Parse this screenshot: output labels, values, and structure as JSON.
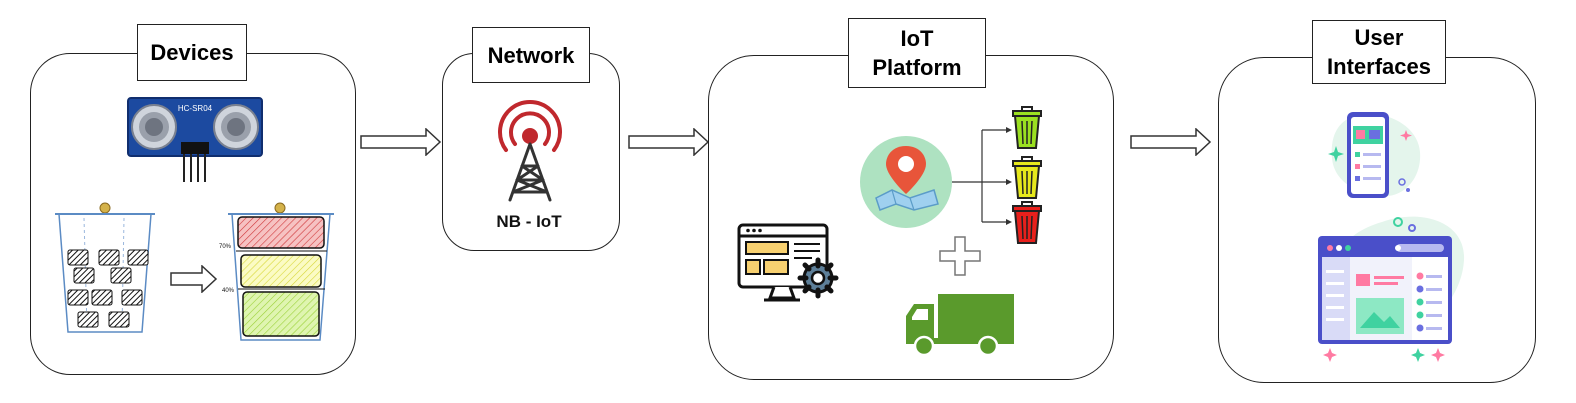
{
  "stages": {
    "devices": {
      "title": "Devices"
    },
    "network": {
      "title": "Network",
      "technology": "NB - IoT"
    },
    "platform": {
      "title": "IoT\nPlatform"
    },
    "ui": {
      "title": "User\nInterfaces"
    }
  },
  "sensor": {
    "label": "HC-SR04"
  },
  "fill_levels": {
    "upper": "70%",
    "lower": "40%"
  },
  "colors": {
    "bin_green": "#9be021",
    "bin_yellow": "#e6e81c",
    "bin_red": "#e8201c",
    "truck": "#5a9a2c",
    "map_circle": "#aee2c1",
    "pin": "#e8553a",
    "tower": "#c0282d"
  }
}
